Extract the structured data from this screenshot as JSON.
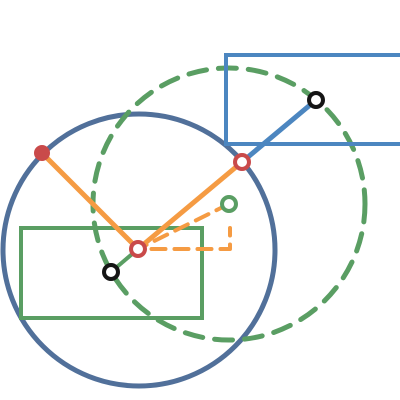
{
  "colors": {
    "background": "#ffffff",
    "navy_circle": "#51709a",
    "green_dashed_circle": "#5a9e63",
    "green_rect": "#5a9e63",
    "blue_rect": "#4c86c0",
    "blue_segment": "#4c86c0",
    "orange_segment": "#f59b43",
    "red_point": "#c94a4a",
    "black_point": "#151515",
    "green_point": "#5a9e63"
  },
  "elements": [
    {
      "id": "navy-circle",
      "kind": "circle",
      "style": "solid",
      "color": "navy_circle"
    },
    {
      "id": "green-dashed-circle",
      "kind": "circle",
      "style": "dashed",
      "color": "green_dashed_circle"
    },
    {
      "id": "green-rect",
      "kind": "rect",
      "style": "solid",
      "color": "green_rect"
    },
    {
      "id": "blue-rect",
      "kind": "rect",
      "style": "solid",
      "color": "blue_rect"
    },
    {
      "id": "orange-segment-left",
      "kind": "segment",
      "style": "solid",
      "color": "orange_segment"
    },
    {
      "id": "orange-segment-right",
      "kind": "segment",
      "style": "solid",
      "color": "orange_segment"
    },
    {
      "id": "orange-dashed-path",
      "kind": "path",
      "style": "dashed",
      "color": "orange_segment"
    },
    {
      "id": "blue-segment",
      "kind": "segment",
      "style": "solid",
      "color": "blue_segment"
    },
    {
      "id": "red-filled-point",
      "kind": "point",
      "style": "filled",
      "color": "red_point"
    },
    {
      "id": "red-hollow-point-center",
      "kind": "point",
      "style": "hollow",
      "color": "red_point"
    },
    {
      "id": "red-hollow-point-upper",
      "kind": "point",
      "style": "hollow",
      "color": "red_point"
    },
    {
      "id": "black-hollow-point-lower",
      "kind": "point",
      "style": "hollow",
      "color": "black_point"
    },
    {
      "id": "black-hollow-point-upper",
      "kind": "point",
      "style": "hollow",
      "color": "black_point"
    },
    {
      "id": "green-hollow-point",
      "kind": "point",
      "style": "hollow",
      "color": "green_point"
    }
  ]
}
